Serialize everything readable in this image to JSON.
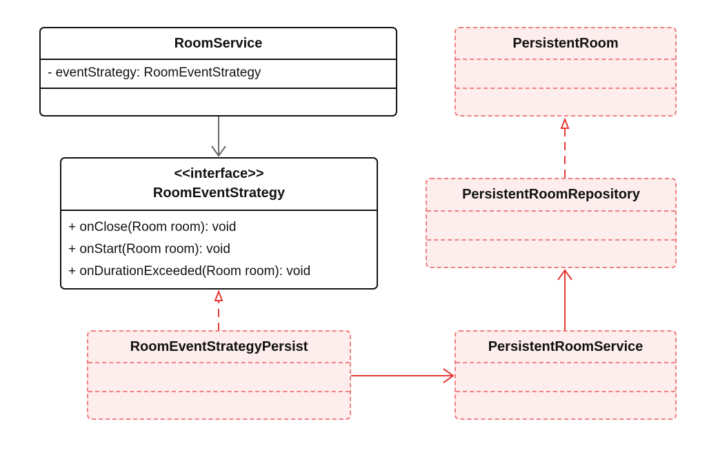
{
  "classes": {
    "room_service": {
      "name": "RoomService",
      "attributes": [
        "- eventStrategy: RoomEventStrategy"
      ]
    },
    "room_event_strategy": {
      "stereotype": "<<interface>>",
      "name": "RoomEventStrategy",
      "methods": [
        "+ onClose(Room room): void",
        "+ onStart(Room room): void",
        "+ onDurationExceeded(Room room): void"
      ]
    },
    "room_event_strategy_persist": {
      "name": "RoomEventStrategyPersist"
    },
    "persistent_room": {
      "name": "PersistentRoom"
    },
    "persistent_room_repository": {
      "name": "PersistentRoomRepository"
    },
    "persistent_room_service": {
      "name": "PersistentRoomService"
    }
  },
  "colors": {
    "solid_stroke": "#111111",
    "dashed_stroke": "#f07f7f",
    "dashed_fill": "#fdeded",
    "arrow_red": "#e53935",
    "arrow_gray": "#666666"
  }
}
